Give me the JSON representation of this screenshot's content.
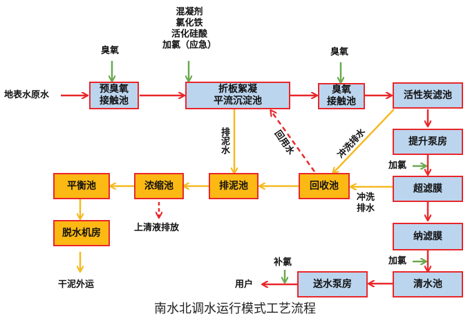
{
  "title": "南水北调水运行模式工艺流程",
  "colors": {
    "process_fill": "#bcd5ee",
    "sludge_fill": "#fdb913",
    "border": "#e8262a",
    "main_flow": "#e8262a",
    "chemical_flow": "#6aa84f",
    "sludge_flow": "#f5b921"
  },
  "inputs": {
    "raw_water": "地表水原水",
    "ozone_1": "臭氧",
    "coagulant": [
      "混凝剂",
      "氯化铁",
      "活化硅酸",
      "加氯（应急）"
    ],
    "ozone_2": "臭氧",
    "chlorine_1": "加氯",
    "chlorine_2": "加氯",
    "chlorine_3": "补氯"
  },
  "process_units": {
    "pre_ozone": [
      "预臭氧",
      "接触池"
    ],
    "sedimentation": [
      "折板絮凝",
      "平流沉淀池"
    ],
    "ozone_contact": [
      "臭氧",
      "接触池"
    ],
    "activated_carbon": "活性炭滤池",
    "lift_pump": "提升泵房",
    "ultrafiltration": "超滤膜",
    "nanofiltration": "纳滤膜",
    "clear_water": "清水池",
    "delivery_pump": "送水泵房"
  },
  "sludge_units": {
    "recovery": "回收池",
    "sludge_pond": "排泥池",
    "thickener": "浓缩池",
    "balance": "平衡池",
    "dewatering": "脱水机房"
  },
  "flow_labels": {
    "sludge_discharge": "排泥水",
    "reuse_water": "回用水",
    "backwash_1": "冲洗排水",
    "backwash_2": [
      "冲洗",
      "排水"
    ],
    "supernatant": "上清液排放",
    "dry_sludge": "干泥外运",
    "user": "用户"
  }
}
